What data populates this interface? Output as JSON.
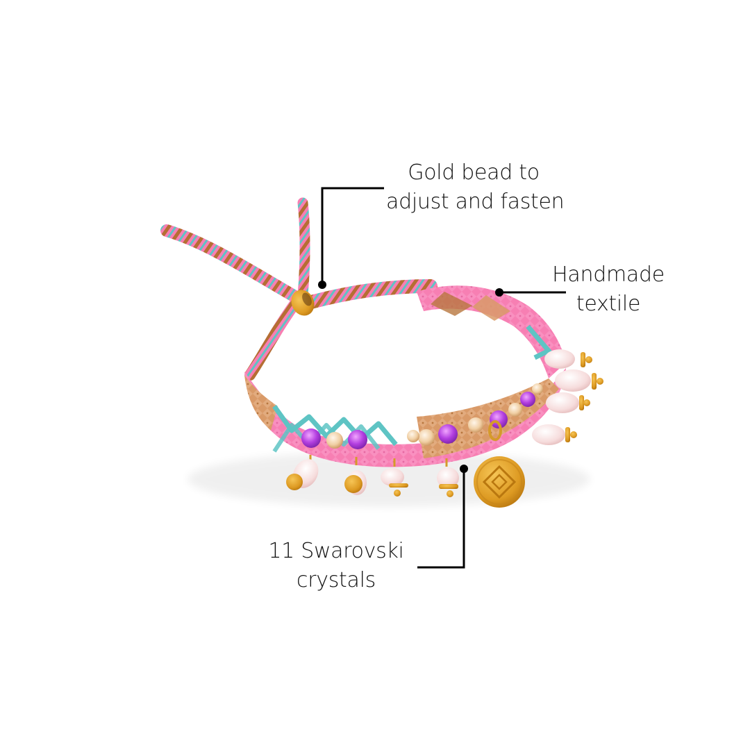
{
  "product": {
    "type": "bracelet",
    "description": "Pink, tan and turquoise woven friendship bracelet with Swarovski crystals, rose quartz drops and gold coin charm",
    "colors": {
      "pink": "#f77fb3",
      "tan": "#d99a68",
      "brown": "#a8642e",
      "turquoise": "#5ec4c4",
      "crystal_purple": "#b640e0",
      "crystal_champagne": "#f3d9b8",
      "gold": "#e3a52a",
      "quartz": "#f6dcdc",
      "line": "#000000"
    }
  },
  "callouts": [
    {
      "id": "gold-bead",
      "lines": [
        "Gold bead to",
        "adjust and fasten"
      ]
    },
    {
      "id": "handmade-textile",
      "lines": [
        "Handmade",
        "textile"
      ]
    },
    {
      "id": "swarovski-crystals",
      "lines": [
        "11 Swarovski",
        "crystals"
      ]
    }
  ]
}
